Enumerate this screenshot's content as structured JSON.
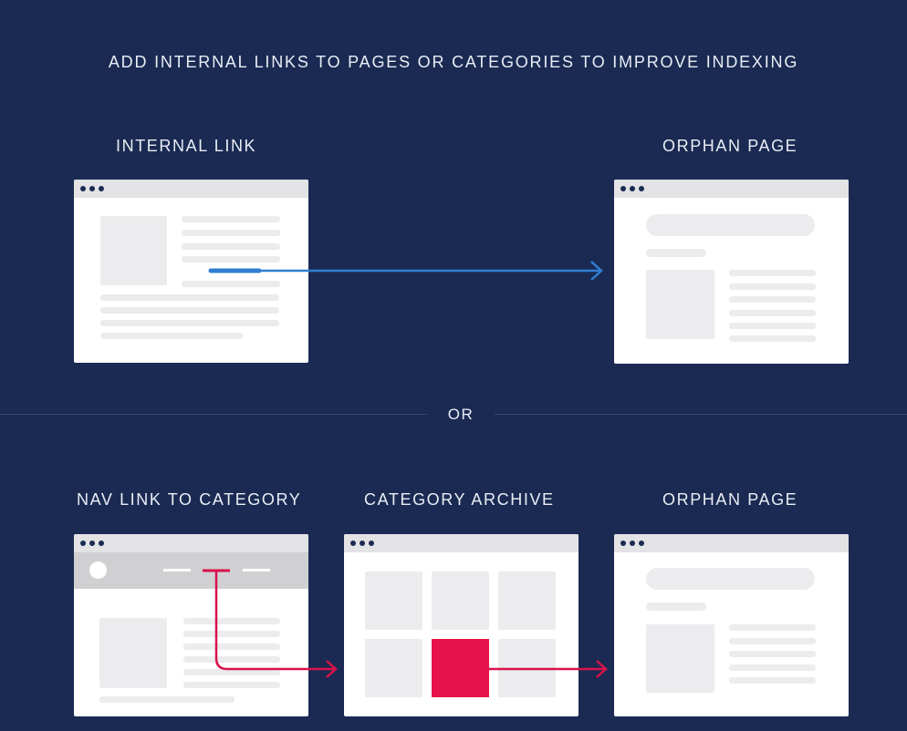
{
  "headline": "ADD INTERNAL LINKS TO PAGES OR CATEGORIES TO IMPROVE INDEXING",
  "top_row": {
    "source_label": "INTERNAL LINK",
    "target_label": "ORPHAN PAGE"
  },
  "separator": "OR",
  "bottom_row": {
    "nav_label": "NAV LINK TO CATEGORY",
    "category_label": "CATEGORY ARCHIVE",
    "target_label": "ORPHAN PAGE"
  },
  "colors": {
    "background": "#1a2a52",
    "internal_link_arrow": "#2f7fd1",
    "nav_link_arrow": "#d8134a",
    "highlight_tile": "#e8124a",
    "window": "#ffffff",
    "placeholder": "#ececee"
  }
}
